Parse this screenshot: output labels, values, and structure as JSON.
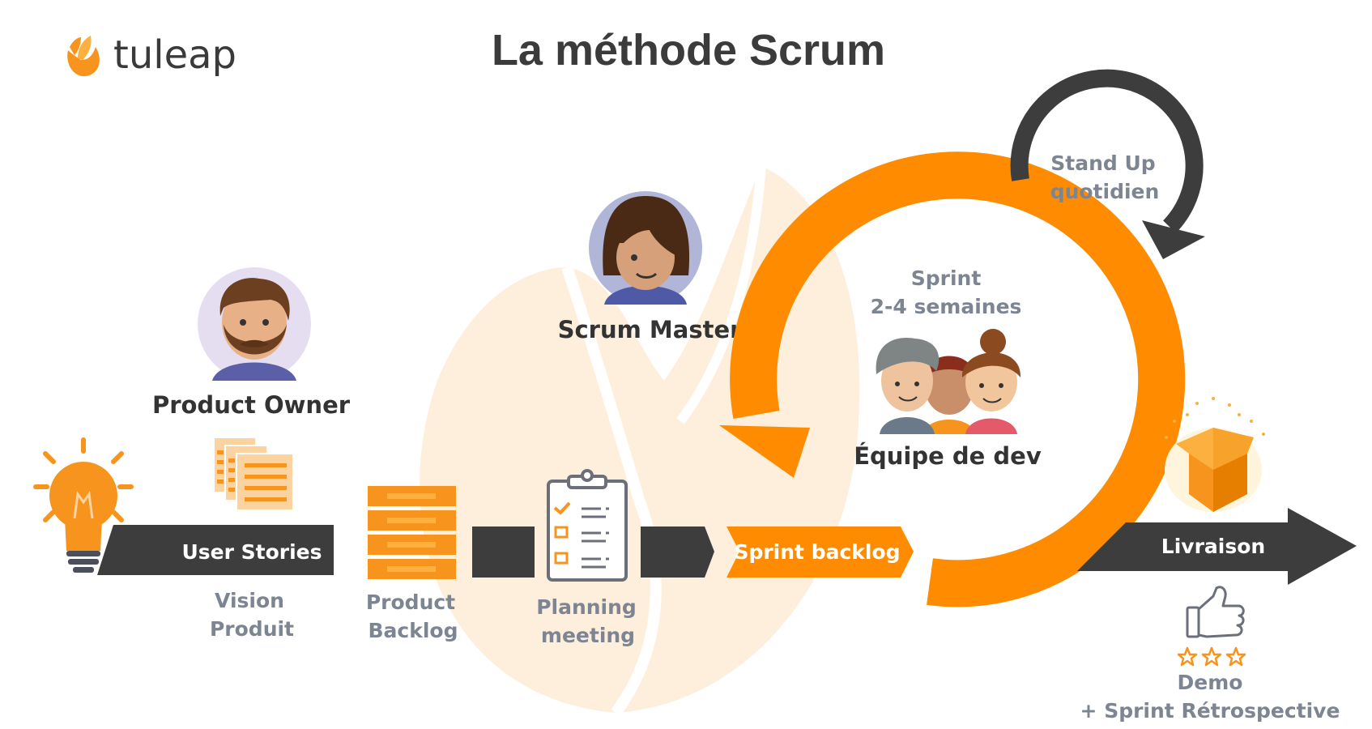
{
  "logo": {
    "text": "tuleap"
  },
  "title": "La méthode Scrum",
  "roles": {
    "product_owner": "Product Owner",
    "scrum_master": "Scrum Master",
    "dev_team": "Équipe de dev"
  },
  "flow": {
    "user_stories": "User Stories",
    "sprint_backlog": "Sprint backlog",
    "delivery": "Livraison"
  },
  "captions": {
    "vision_line1": "Vision",
    "vision_line2": "Produit",
    "product_backlog_line1": "Product",
    "product_backlog_line2": "Backlog",
    "planning_line1": "Planning",
    "planning_line2": "meeting",
    "sprint_line1": "Sprint",
    "sprint_line2": "2-4 semaines",
    "standup_line1": "Stand Up",
    "standup_line2": "quotidien",
    "demo_line1": "Demo",
    "demo_line2": "+ Sprint Rétrospective"
  },
  "colors": {
    "orange": "#ff8c00",
    "dark": "#3d3d3d",
    "caption": "#7d8593"
  }
}
